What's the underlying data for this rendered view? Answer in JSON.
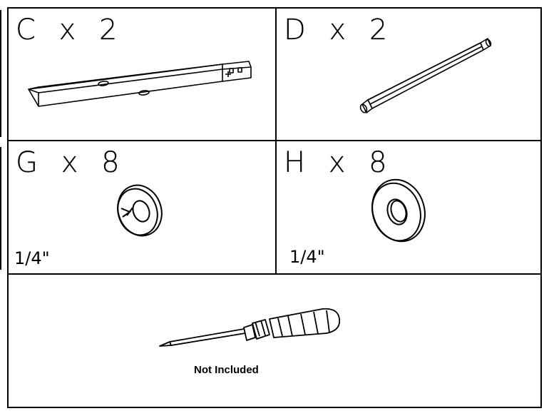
{
  "parts": {
    "c": {
      "label": "C x 2"
    },
    "d": {
      "label": "D x 2"
    },
    "g": {
      "label": "G x 8",
      "size": "1/4\""
    },
    "h": {
      "label": "H x 8",
      "size": "1/4\""
    }
  },
  "tool": {
    "note": "Not Included"
  }
}
